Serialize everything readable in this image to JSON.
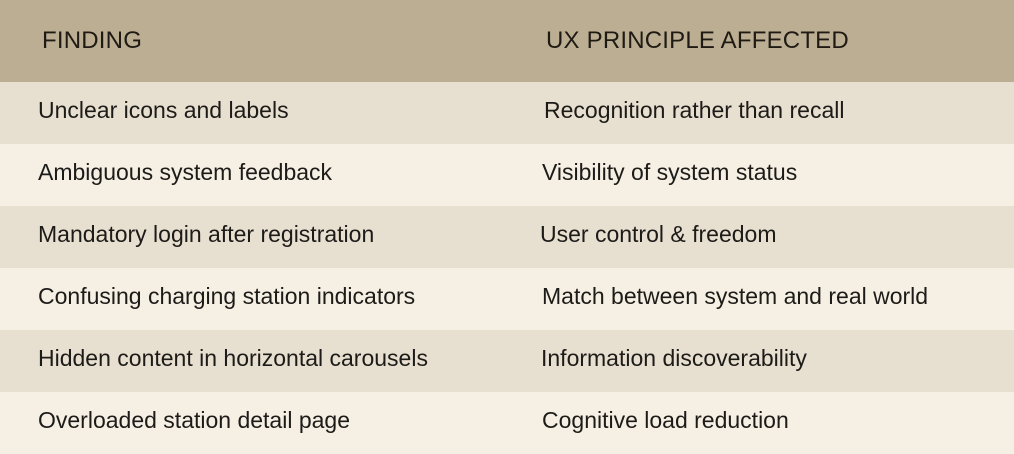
{
  "headers": {
    "finding": "FINDING",
    "principle": "UX PRINCIPLE AFFECTED"
  },
  "rows": [
    {
      "finding": "Unclear icons and labels",
      "principle": "Recognition rather than recall"
    },
    {
      "finding": "Ambiguous system feedback",
      "principle": "Visibility of system status"
    },
    {
      "finding": "Mandatory login after registration",
      "principle": "User control & freedom"
    },
    {
      "finding": "Confusing charging station indicators",
      "principle": "Match between system and real world"
    },
    {
      "finding": "Hidden content in horizontal carousels",
      "principle": "Information discoverability"
    },
    {
      "finding": "Overloaded station detail page",
      "principle": "Cognitive load reduction"
    }
  ],
  "colors": {
    "header_bg": "#bcae92",
    "row_alt_bg": "#e7dfd0",
    "row_base_bg": "#f5efe4",
    "text": "#1d1b18"
  }
}
